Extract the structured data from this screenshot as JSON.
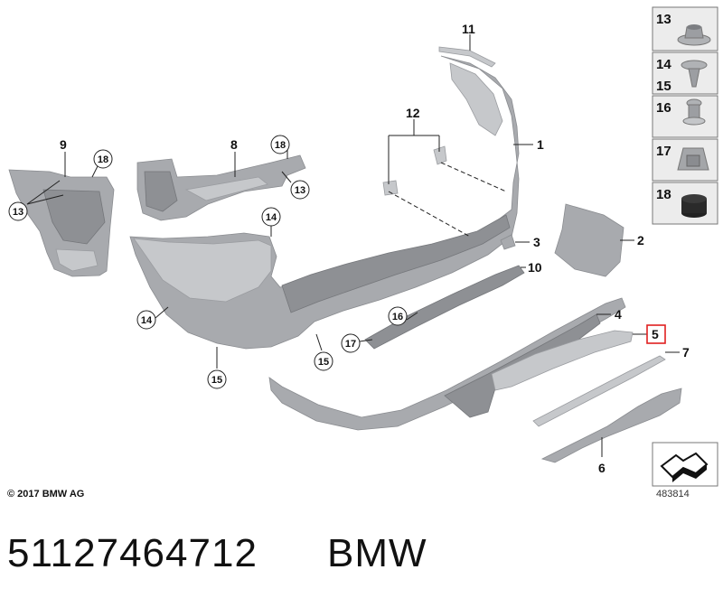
{
  "copyright": "© 2017 BMW AG",
  "diagram_id": "483814",
  "part_number": "51127464712",
  "brand": "BMW",
  "highlight_color": "#e02020",
  "callouts": {
    "c1": "1",
    "c2": "2",
    "c3": "3",
    "c4": "4",
    "c5": "5",
    "c6": "6",
    "c7": "7",
    "c8": "8",
    "c9": "9",
    "c10": "10",
    "c11": "11",
    "c12": "12",
    "c13a": "13",
    "c13b": "13",
    "c14a": "14",
    "c14b": "14",
    "c15a": "15",
    "c15b": "15",
    "c16": "16",
    "c17": "17",
    "c18a": "18",
    "c18b": "18"
  },
  "sidebar": {
    "items": [
      {
        "labels": [
          "13"
        ],
        "icon": "hex-nut-icon"
      },
      {
        "labels": [
          "14",
          "15"
        ],
        "icon": "push-rivet-icon"
      },
      {
        "labels": [
          "16"
        ],
        "icon": "expanding-rivet-icon"
      },
      {
        "labels": [
          "17"
        ],
        "icon": "clip-nut-icon"
      },
      {
        "labels": [
          "18"
        ],
        "icon": "rubber-buffer-icon"
      }
    ]
  }
}
